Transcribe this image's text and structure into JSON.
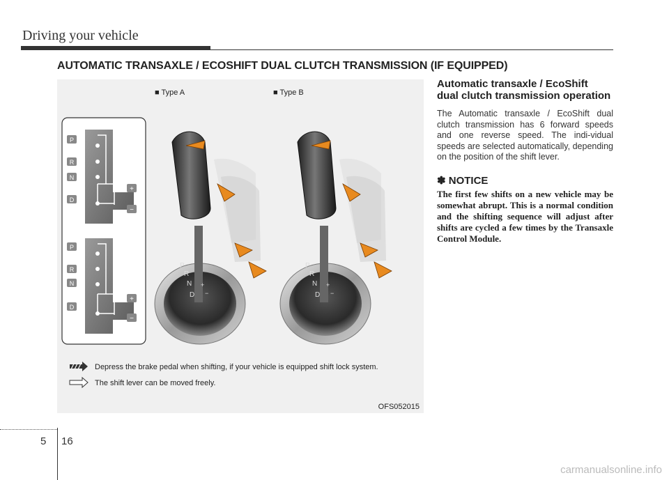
{
  "header": {
    "title": "Driving your vehicle"
  },
  "section": {
    "title": "AUTOMATIC TRANSAXLE / ECOSHIFT DUAL CLUTCH TRANSMISSION (IF EQUIPPED)"
  },
  "figure": {
    "type_a": "■ Type A",
    "type_b": "■ Type B",
    "gate_letters": [
      "P",
      "R",
      "N",
      "D"
    ],
    "plus": "+",
    "minus": "−",
    "knob_letters": [
      "P",
      "R",
      "N",
      "D",
      "+",
      "−"
    ],
    "legend": [
      "Depress the brake pedal when shifting, if your vehicle is equipped shift lock system.",
      "The shift lever can be moved freely."
    ],
    "code": "OFS052015"
  },
  "content": {
    "subheading_line1": "Automatic transaxle / EcoShift",
    "subheading_line2": "dual clutch transmission operation",
    "paragraph": "The Automatic transaxle / EcoShift dual clutch transmission has 6 forward speeds and one reverse speed. The indi-vidual speeds are selected automatically, depending on the position of the shift lever."
  },
  "notice": {
    "title": "✽ NOTICE",
    "text": "The first few shifts on a new vehicle may be somewhat abrupt. This is a normal condition and the shifting sequence will adjust after shifts are cycled a few times by the Transaxle Control Module."
  },
  "footer": {
    "chapter": "5",
    "page": "16",
    "watermark": "carmanualsonline.info"
  },
  "colors": {
    "accent": "#e88a1f",
    "text": "#222222",
    "figure_bg": "#f0f0f0"
  }
}
